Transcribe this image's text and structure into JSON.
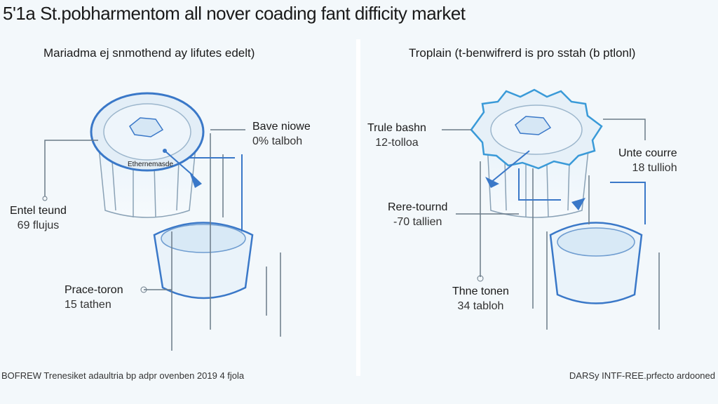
{
  "title": "5'1a St.pobharmentom all nover coading fant difficity market",
  "left_panel": {
    "subtitle": "Mariadma ej snmothend ay lifutes edelt)",
    "inner_label": "Ethernemasde",
    "callouts": [
      {
        "name": "Bave niowe",
        "value": "0% talboh"
      },
      {
        "name": "Entel teund",
        "value": "69 flujus"
      },
      {
        "name": "Prace-toron",
        "value": "15 tathen"
      }
    ],
    "footer": "BOFREW Trenesiket adaultria bp adpr ovenben 2019 4 fjola"
  },
  "right_panel": {
    "subtitle": "Troplain (t-benwifrerd is pro sstah (b ptlonl)",
    "callouts": [
      {
        "name": "Trule bashn",
        "value": "12-tolloa"
      },
      {
        "name": "Unte courre",
        "value": "18 tullioh"
      },
      {
        "name": "Rere-tournd",
        "value": "-70 tallien"
      },
      {
        "name": "Thne tonen",
        "value": "34 tabloh"
      }
    ],
    "footer": "DARSy INTF-REE.prfecto ardooned"
  },
  "colors": {
    "accent": "#3a78c8",
    "line": "#6a7a88",
    "fill": "#dcebf6"
  }
}
